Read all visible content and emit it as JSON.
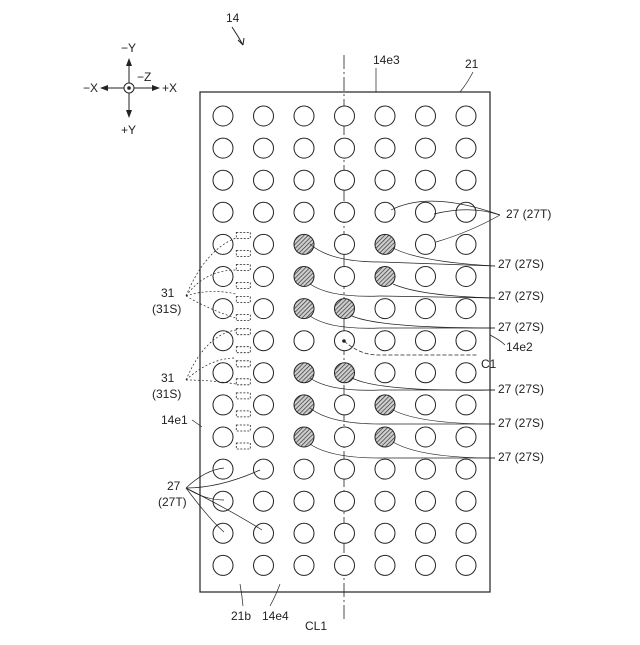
{
  "figure_label": "14",
  "axes": {
    "neg_y": "−Y",
    "pos_y": "+Y",
    "neg_x": "−X",
    "pos_x": "+X",
    "neg_z": "−Z"
  },
  "board": {
    "label": "21",
    "cols": 7,
    "rows": 15,
    "hatched": [
      [
        4,
        2
      ],
      [
        4,
        4
      ],
      [
        5,
        2
      ],
      [
        5,
        4
      ],
      [
        6,
        2
      ],
      [
        6,
        3
      ],
      [
        8,
        2
      ],
      [
        8,
        3
      ],
      [
        9,
        2
      ],
      [
        9,
        4
      ],
      [
        10,
        2
      ],
      [
        10,
        4
      ]
    ],
    "dashed": [
      [
        4,
        0.5
      ],
      [
        5,
        0.5
      ],
      [
        6,
        0.5
      ],
      [
        7,
        0.5
      ],
      [
        8,
        0.5
      ],
      [
        9,
        0.5
      ],
      [
        10,
        0.5
      ]
    ]
  },
  "labels": {
    "edge_top": "14e3",
    "edge_right": "14e2",
    "edge_left": "14e1",
    "edge_bottom": "14e4",
    "bottom_left": "21b",
    "centerline": "CL1",
    "center": "C1",
    "ref_27T": "27 (27T)",
    "ref_27S": "27 (27S)",
    "ref_31_num": "31",
    "ref_31_sub": "(31S)",
    "ref_27_num": "27",
    "ref_27T_sub": "(27T)"
  }
}
